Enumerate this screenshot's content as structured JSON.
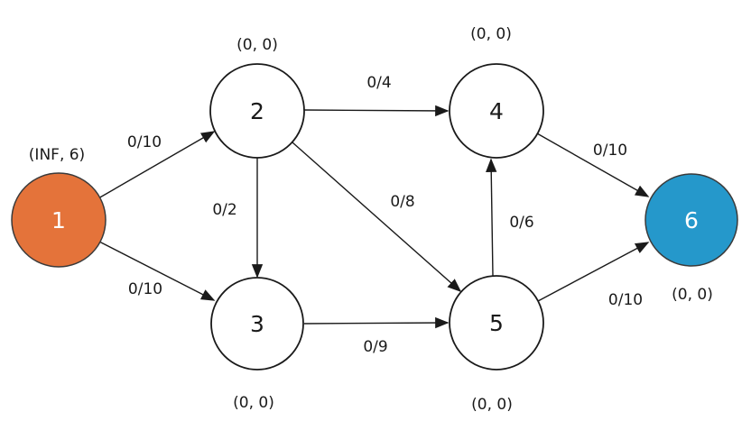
{
  "diagram": {
    "type": "flow-network-graph",
    "background": "#ffffff",
    "nodes": [
      {
        "id": "1",
        "label": "1",
        "annotation": "(INF, 6)",
        "fill": "#E4733A",
        "label_color": "#ffffff",
        "role": "source"
      },
      {
        "id": "2",
        "label": "2",
        "annotation": "(0, 0)",
        "fill": "#ffffff",
        "label_color": "#1a1a1a",
        "role": "internal"
      },
      {
        "id": "3",
        "label": "3",
        "annotation": "(0, 0)",
        "fill": "#ffffff",
        "label_color": "#1a1a1a",
        "role": "internal"
      },
      {
        "id": "4",
        "label": "4",
        "annotation": "(0, 0)",
        "fill": "#ffffff",
        "label_color": "#1a1a1a",
        "role": "internal"
      },
      {
        "id": "5",
        "label": "5",
        "annotation": "(0, 0)",
        "fill": "#ffffff",
        "label_color": "#1a1a1a",
        "role": "internal"
      },
      {
        "id": "6",
        "label": "6",
        "annotation": "(0, 0)",
        "fill": "#2598CB",
        "label_color": "#ffffff",
        "role": "sink"
      }
    ],
    "edges": [
      {
        "from": "1",
        "to": "2",
        "label": "0/10"
      },
      {
        "from": "1",
        "to": "3",
        "label": "0/10"
      },
      {
        "from": "2",
        "to": "4",
        "label": "0/4"
      },
      {
        "from": "2",
        "to": "3",
        "label": "0/2"
      },
      {
        "from": "2",
        "to": "5",
        "label": "0/8"
      },
      {
        "from": "3",
        "to": "5",
        "label": "0/9"
      },
      {
        "from": "5",
        "to": "4",
        "label": "0/6"
      },
      {
        "from": "4",
        "to": "6",
        "label": "0/10"
      },
      {
        "from": "5",
        "to": "6",
        "label": "0/10"
      }
    ],
    "edge_color": "#1a1a1a"
  }
}
